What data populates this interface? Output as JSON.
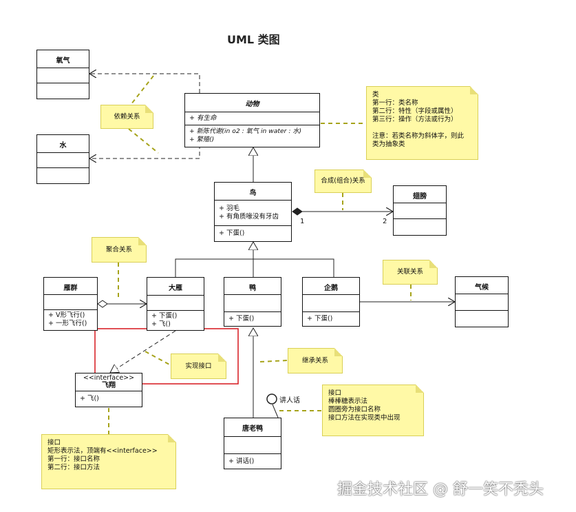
{
  "title": "UML 类图",
  "classes": {
    "oxygen": {
      "name": "氧气"
    },
    "water": {
      "name": "水"
    },
    "animal": {
      "name": "动物",
      "attr": "+ 有生命",
      "op1": "+ 新陈代谢(in o2 : 氧气 in water : 水)",
      "op2": "+ 繁殖()"
    },
    "bird": {
      "name": "鸟",
      "attr1": "+ 羽毛",
      "attr2": "+ 有角质喙没有牙齿",
      "op": "+ 下蛋()"
    },
    "wing": {
      "name": "翅膀"
    },
    "flock": {
      "name": "雁群",
      "op1": "+ V形飞行()",
      "op2": "+ 一形飞行()"
    },
    "goose": {
      "name": "大雁",
      "op1": "+ 下蛋()",
      "op2": "+ 飞()"
    },
    "duck": {
      "name": "鸭",
      "op": "+ 下蛋()"
    },
    "penguin": {
      "name": "企鹅",
      "op": "+ 下蛋()"
    },
    "climate": {
      "name": "气候"
    },
    "donald": {
      "name": "唐老鸭",
      "op": "+ 讲话()"
    },
    "fly": {
      "stereotype": "<<interface>>",
      "name": "飞翔",
      "op": "+ 飞()"
    }
  },
  "labels": {
    "dependency": "依赖关系",
    "composition": "合成(组合)关系",
    "aggregation": "聚合关系",
    "association": "关联关系",
    "realization": "实现接口",
    "inheritance": "继承关系",
    "speak": "讲人话",
    "mult1": "1",
    "mult2": "2"
  },
  "notes": {
    "class_note": [
      "类",
      "第一行：类名称",
      "第二行：特性（字段或属性）",
      "第三行：操作（方法或行为）",
      "",
      "注意：若类名称为斜体字，则此",
      "类为抽象类"
    ],
    "lollipop_note": [
      "接口",
      "棒棒糖表示法",
      "圆圈旁为接口名称",
      "接口方法在实现类中出现"
    ],
    "interface_note": [
      "接口",
      "矩形表示法，顶端有<<interface>>",
      "第一行：接口名称",
      "第二行：接口方法"
    ]
  },
  "watermark": "掘金技术社区 @ 舒一笑不秃头",
  "colors": {
    "note_bg": "#fff9a6",
    "note_line": "#a6a31a",
    "highlight": "#d9232a"
  }
}
